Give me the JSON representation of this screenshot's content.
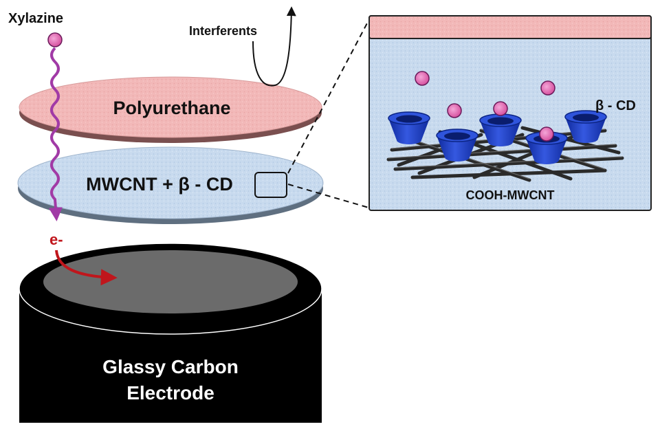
{
  "labels": {
    "analyte": "Xylazine",
    "interferents": "Interferents",
    "membrane": "Polyurethane",
    "modifier_layer": "MWCNT + β - CD",
    "electron": "e-",
    "electrode_line1": "Glassy Carbon",
    "electrode_line2": "Electrode",
    "inset_cd": "β - CD",
    "inset_cnt": "COOH-MWCNT"
  },
  "colors": {
    "polyurethane": "#f0b3b3",
    "mwcnt_layer": "#c6d9ec",
    "electrode_body": "#000000",
    "electrode_face": "#6b6b6b",
    "xylazine_molecule": "#e06fb6",
    "xylazine_path": "#a13aa6",
    "electron_arrow": "#c0161c",
    "cyclodextrin": "#1f43c9",
    "nanotube": "#222222"
  }
}
